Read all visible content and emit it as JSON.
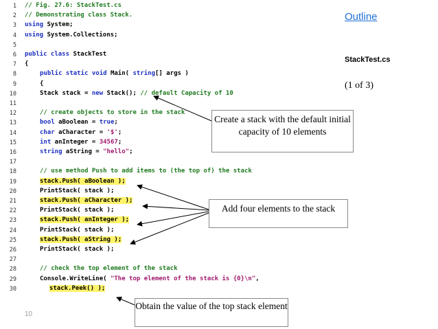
{
  "sidebar": {
    "outline_link": "Outline",
    "file_name": "StackTest.cs",
    "page_indicator": "(1 of 3)"
  },
  "code": {
    "line_numbers": [
      "1",
      "2",
      "3",
      "4",
      "5",
      "6",
      "7",
      "8",
      "9",
      "10",
      "11",
      "12",
      "13",
      "14",
      "15",
      "16",
      "17",
      "18",
      "19",
      "20",
      "21",
      "22",
      "23",
      "24",
      "25",
      "26",
      "27",
      "28",
      "29",
      "30"
    ],
    "line1": "// Fig. 27.6: StackTest.cs",
    "line2": "// Demonstrating class Stack.",
    "line3_kw": "using",
    "line3_rest": " System;",
    "line4_kw": "using",
    "line4_rest": " System.Collections;",
    "line6_kw": "public class",
    "line6_rest": " StackTest",
    "line7": "{",
    "line8_kw": "public static void",
    "line8_rest1": " Main( ",
    "line8_kw2": "string",
    "line8_rest2": "[] args )",
    "line9": "{",
    "line10_a": "Stack stack = ",
    "line10_kw": "new",
    "line10_b": " Stack(); ",
    "line10_c": "// default Capacity of 10",
    "line12": "// create objects to store in the stack",
    "line13_kw": "bool",
    "line13_a": " aBoolean = ",
    "line13_kw2": "true",
    "line13_b": ";",
    "line14_kw": "char",
    "line14_a": " aCharacter = ",
    "line14_str": "'$'",
    "line14_b": ";",
    "line15_kw": "int",
    "line15_a": " anInteger = ",
    "line15_num": "34567",
    "line15_b": ";",
    "line16_kw": "string",
    "line16_a": " aString = ",
    "line16_str": "\"hello\"",
    "line16_b": ";",
    "line18": "// use method Push to add items to (the top of) the stack",
    "line19": "stack.Push( aBoolean );",
    "line20": "PrintStack( stack );",
    "line21": "stack.Push( aCharacter );",
    "line22": "PrintStack( stack );",
    "line23": "stack.Push( anInteger );",
    "line24": "PrintStack( stack );",
    "line25": "stack.Push( aString );",
    "line26": "PrintStack( stack );",
    "line28": "// check the top element of the stack",
    "line29_a": "Console.WriteLine( ",
    "line29_str": "\"The top element of the stack is {0}\\n\"",
    "line29_b": ",",
    "line30": "stack.Peek() );"
  },
  "callouts": {
    "capacity": "Create a stack with the default initial capacity of 10 elements",
    "push": "Add four elements to the stack",
    "peek": "Obtain the value of the top stack element"
  },
  "footer": {
    "slide_number": "10"
  },
  "colors": {
    "keyword": "#1a2fbf",
    "comment": "#1e7a1e",
    "string": "#a0186e",
    "highlight": "#fff36a",
    "outline_link": "#1f6fd6"
  }
}
